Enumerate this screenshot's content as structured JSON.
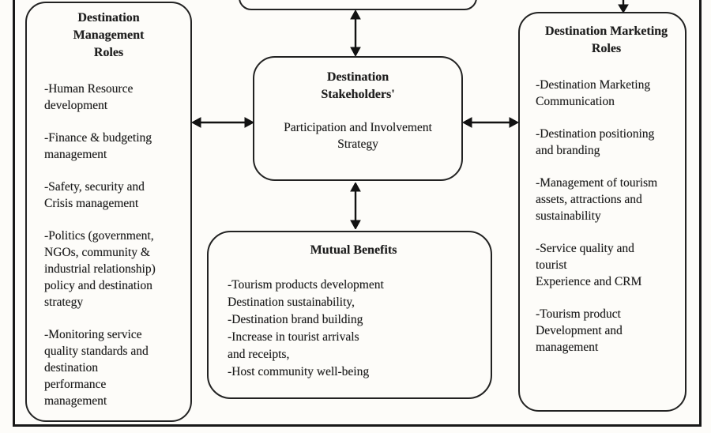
{
  "colors": {
    "ink": "#1b1b1b",
    "paper": "#fdfcf9"
  },
  "diagram": {
    "management_box": {
      "title_lines": [
        "Destination",
        "Management",
        "Roles"
      ],
      "items": [
        "-Human Resource\ndevelopment",
        "-Finance & budgeting\nmanagement",
        "-Safety, security and\nCrisis management",
        "-Politics (government,\nNGOs, community &\nindustrial relationship)\npolicy and destination\nstrategy",
        "-Monitoring service\nquality standards and\ndestination\nperformance\nmanagement"
      ]
    },
    "stakeholders_box": {
      "title_lines": [
        "Destination",
        "Stakeholders'"
      ],
      "body_lines": [
        "Participation and Involvement",
        "Strategy"
      ]
    },
    "marketing_box": {
      "title_lines": [
        "Destination Marketing",
        "Roles"
      ],
      "items": [
        "-Destination Marketing\nCommunication",
        "-Destination positioning\nand branding",
        "-Management of tourism\nassets, attractions and\nsustainability",
        "-Service quality and\ntourist\nExperience and CRM",
        "-Tourism product\nDevelopment and\nmanagement"
      ]
    },
    "benefits_box": {
      "title": "Mutual Benefits",
      "items": [
        "-Tourism products development\nDestination sustainability,",
        "-Destination brand building",
        "-Increase in tourist arrivals\nand receipts,",
        "-Host community well-being"
      ]
    },
    "connectors": {
      "top_to_stakeholders": "double-arrow-vertical",
      "management_to_stakeholders": "double-arrow-horizontal",
      "stakeholders_to_marketing": "double-arrow-horizontal",
      "stakeholders_to_benefits": "double-arrow-vertical",
      "into_marketing": "arrow-down"
    }
  }
}
